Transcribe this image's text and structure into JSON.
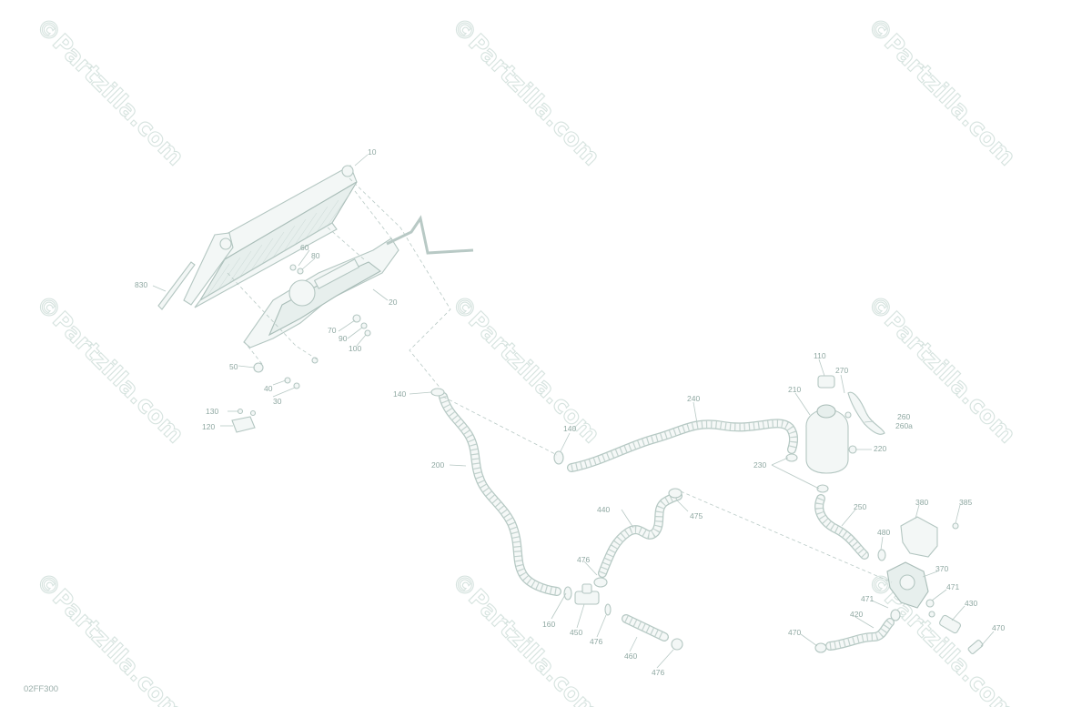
{
  "diagram": {
    "reference_code": "02FF300",
    "watermark_text": "©Partzilla.com",
    "callouts": [
      {
        "id": "c10",
        "text": "10"
      },
      {
        "id": "c20",
        "text": "20"
      },
      {
        "id": "c30",
        "text": "30"
      },
      {
        "id": "c40",
        "text": "40"
      },
      {
        "id": "c50",
        "text": "50"
      },
      {
        "id": "c60",
        "text": "60"
      },
      {
        "id": "c70",
        "text": "70"
      },
      {
        "id": "c80",
        "text": "80"
      },
      {
        "id": "c90",
        "text": "90"
      },
      {
        "id": "c100",
        "text": "100"
      },
      {
        "id": "c110",
        "text": "110"
      },
      {
        "id": "c120",
        "text": "120"
      },
      {
        "id": "c130",
        "text": "130"
      },
      {
        "id": "c140a",
        "text": "140"
      },
      {
        "id": "c140b",
        "text": "140"
      },
      {
        "id": "c160",
        "text": "160"
      },
      {
        "id": "c200",
        "text": "200"
      },
      {
        "id": "c210",
        "text": "210"
      },
      {
        "id": "c220",
        "text": "220"
      },
      {
        "id": "c230",
        "text": "230"
      },
      {
        "id": "c240",
        "text": "240"
      },
      {
        "id": "c250",
        "text": "250"
      },
      {
        "id": "c260",
        "text": "260"
      },
      {
        "id": "c260a",
        "text": "260a"
      },
      {
        "id": "c270",
        "text": "270"
      },
      {
        "id": "c370",
        "text": "370"
      },
      {
        "id": "c380",
        "text": "380"
      },
      {
        "id": "c385",
        "text": "385"
      },
      {
        "id": "c420",
        "text": "420"
      },
      {
        "id": "c430",
        "text": "430"
      },
      {
        "id": "c440",
        "text": "440"
      },
      {
        "id": "c450",
        "text": "450"
      },
      {
        "id": "c460",
        "text": "460"
      },
      {
        "id": "c470a",
        "text": "470"
      },
      {
        "id": "c470b",
        "text": "470"
      },
      {
        "id": "c471a",
        "text": "471"
      },
      {
        "id": "c471b",
        "text": "471"
      },
      {
        "id": "c475",
        "text": "475"
      },
      {
        "id": "c476a",
        "text": "476"
      },
      {
        "id": "c476b",
        "text": "476"
      },
      {
        "id": "c476c",
        "text": "476"
      },
      {
        "id": "c480",
        "text": "480"
      },
      {
        "id": "c830",
        "text": "830"
      }
    ]
  }
}
